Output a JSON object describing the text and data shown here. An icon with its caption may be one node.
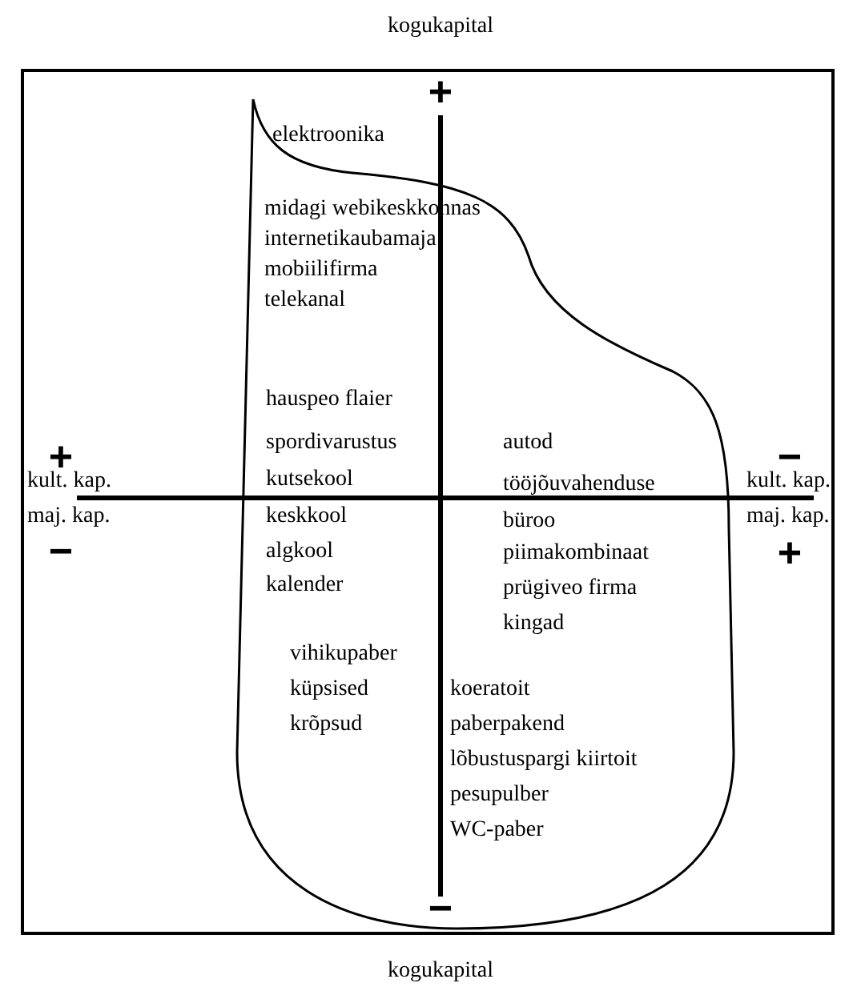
{
  "diagram": {
    "labels": [
      "kogukapital",
      "+",
      "elektroonika",
      "midagi webikeskkonnas",
      "internetikaubamaja",
      "mobiilifirma",
      "telekanal",
      "hauspeo flaier",
      "+",
      "spordivarustus",
      "autod",
      "−",
      "kult. kap.",
      "kutsekool",
      "tööjõuvahenduse büroo",
      "kult. kap.",
      "maj. kap.",
      "keskkool",
      "maj. kap.",
      "−",
      "algkool",
      "piimakombinaat",
      "+",
      "kalender",
      "prügiveo firma",
      "kingad",
      "vihikupaber",
      "küpsised",
      "koeratoit",
      "krõpsud",
      "paberpakend",
      "lõbustuspargi kiirtoit",
      "pesupulber",
      "WC-paber",
      "−",
      "kogukapital"
    ]
  }
}
